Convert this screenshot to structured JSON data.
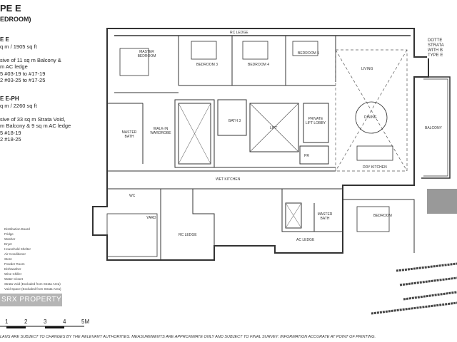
{
  "header": {
    "title": "PE  E",
    "subtitle": "EDROOM)"
  },
  "unit_e": {
    "name": "E E",
    "area": "q m / 1905 sq ft",
    "incl_1": "sive of 11 sq m Balcony &",
    "incl_2": "m AC ledge",
    "stack_1": "5  #03-19 to #17-19",
    "stack_2": "2  #03-25 to #17-25"
  },
  "unit_e_ph": {
    "name": "E E-PH",
    "area": "q m / 2260 sq ft",
    "incl_1": "sive of 33 sq m Strata Void,",
    "incl_2": "m Balcony & 9 sq m AC ledge",
    "stack_1": "5  #18-19",
    "stack_2": "2  #18-25"
  },
  "legend": [
    "Distribution Board",
    "Fridge",
    "Washer",
    "Dryer",
    "Household Shelter",
    "Air-Conditioner",
    "Store",
    "Powder Room",
    "Dishwasher",
    "Wine Chiller",
    "Water Closet",
    "Strata Void (Excluded from Strata Area)",
    "Void Space (Excluded from Strata Area)"
  ],
  "watermark": "SRX PROPERTY",
  "scale": {
    "labels": [
      "1",
      "2",
      "3",
      "4",
      "5M"
    ]
  },
  "disclaimer": "LANS ARE SUBJECT TO CHANGES BY THE RELEVANT AUTHORITIES. MEASUREMENTS ARE APPROXIMATE ONLY AND SUBJECT TO FINAL SURVEY. INFORMATION ACCURATE AT POINT OF PRINTING.",
  "side_note": [
    "DOTTE",
    "STRATA",
    "WITH B",
    "TYPE E"
  ],
  "rooms": {
    "rc_ledge_top": "RC LEDGE",
    "master_bedroom": "MASTER BEDROOM",
    "bedroom3": "BEDROOM 3",
    "bedroom4": "BEDROOM 4",
    "bedroom5": "BEDROOM 5",
    "living": "LIVING",
    "dining": "DINING",
    "balcony": "BALCONY",
    "walk_in": "WALK-IN WARDROBE",
    "master_bath": "MASTER BATH",
    "bath3": "BATH 3",
    "lift": "LIFT",
    "lift_lobby": "PRIVATE LIFT LOBBY",
    "pr": "PR",
    "dry_kitchen": "DRY KITCHEN",
    "wet_kitchen": "WET KITCHEN",
    "wc": "WC",
    "yard": "YARD",
    "rc_ledge_bottom": "RC LEDGE",
    "master_bath_2": "MASTER BATH",
    "ac_ledge": "AC LEDGE",
    "bedroom_lower": "BEDROOM"
  }
}
